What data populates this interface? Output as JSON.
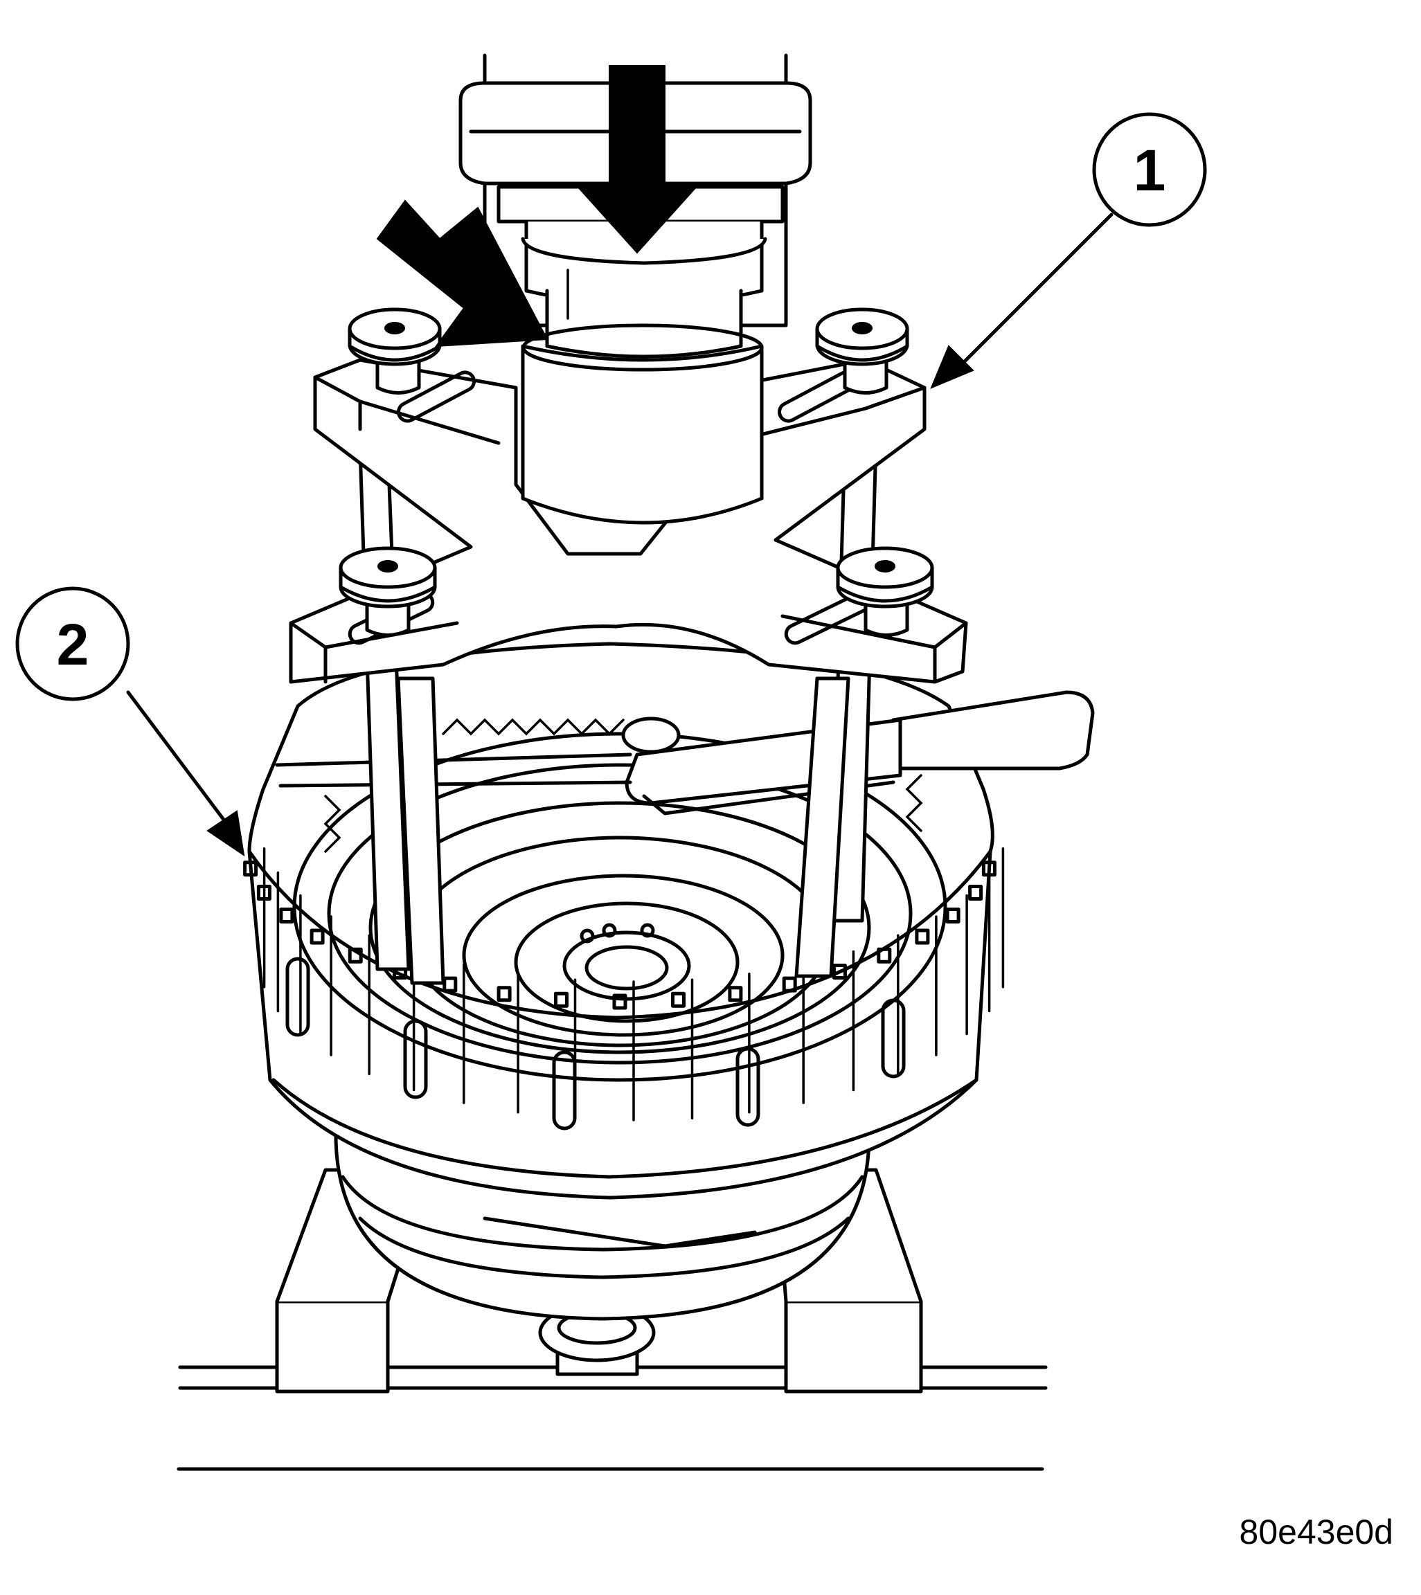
{
  "callouts": [
    {
      "number": "1"
    },
    {
      "number": "2"
    }
  ],
  "figure_code": "80e43e0d"
}
